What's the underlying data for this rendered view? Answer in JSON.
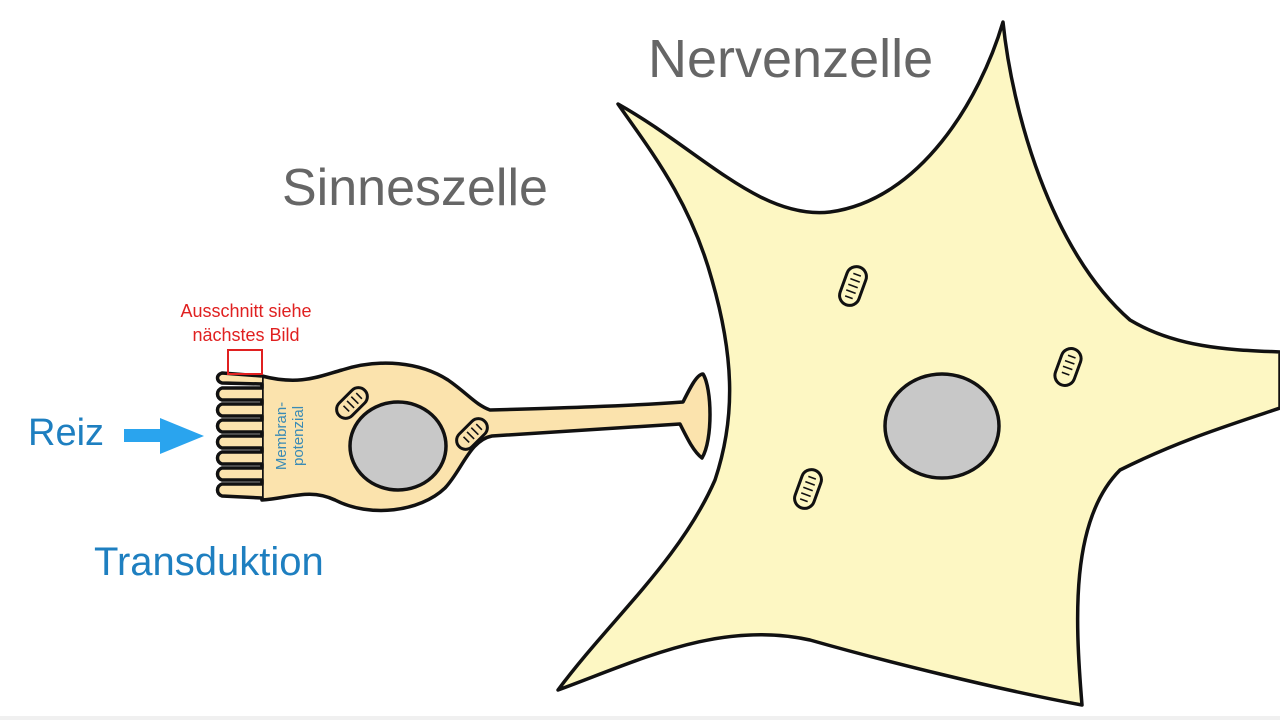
{
  "labels": {
    "nerve_cell": "Nervenzelle",
    "sensory_cell": "Sinneszelle",
    "cutout_note_line1": "Ausschnitt siehe",
    "cutout_note_line2": "nächstes Bild",
    "stimulus": "Reiz",
    "transduction": "Transduktion",
    "membrane_line1": "Membran-",
    "membrane_line2": "potenzial"
  },
  "colors": {
    "nerve_cell_fill": "#fdf7c3",
    "sensory_cell_fill": "#fbe3ad",
    "nucleus_fill": "#c8c8c8",
    "outline": "#111111",
    "title_text": "#666666",
    "accent_blue": "#1e7fc0",
    "arrow_blue": "#2aa4ee",
    "membrane_text": "#3b8bb5",
    "highlight_red": "#e02020"
  },
  "icons": {
    "stimulus_arrow": "arrow-right-icon",
    "cutout_marker": "red-square-frame"
  }
}
